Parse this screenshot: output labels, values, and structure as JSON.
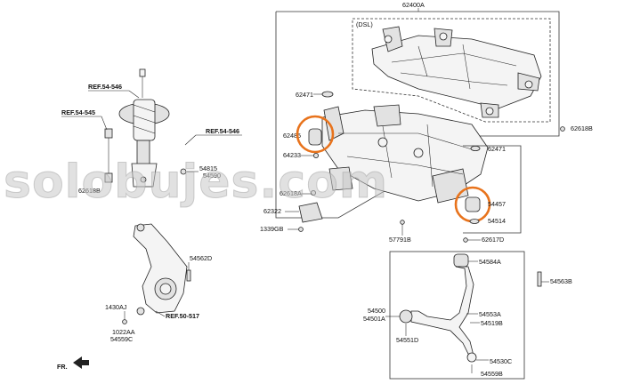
{
  "labels": {
    "assembly_main": "62400A",
    "diesel_variant": "(DSL)",
    "p62471_a": "62471",
    "p62485": "62485",
    "p64233": "64233",
    "p62618A": "62618A",
    "p62322": "62322",
    "p1339GB": "1339GB",
    "p62618B": "62618B",
    "p62471_b": "62471",
    "p54457": "54457",
    "p54514": "54514",
    "p62617D": "62617D",
    "p57791B": "57791B",
    "p54584A": "54584A",
    "p54563B": "54563B",
    "p54500": "54500",
    "p54501A": "54501A",
    "p54551D": "54551D",
    "p54553A": "54553A",
    "p54519B": "54519B",
    "p54530C": "54530C",
    "p54559B": "54559B",
    "p54562D": "54562D",
    "p1430AJ": "1430AJ",
    "p1022AA": "1022AA",
    "p54559C": "54559C",
    "p54815": "54815",
    "p54590": "54590",
    "p62618B_left": "62618B",
    "ref_54546_top": "REF.54-546",
    "ref_54545": "REF.54-545",
    "ref_54546_right": "REF.54-546",
    "ref_50517": "REF.50-517",
    "front_indicator": "FR."
  },
  "watermark": "solobujes.com",
  "colors": {
    "highlight_circle": "#e8731c",
    "watermark": "#c9c9c9",
    "line": "#222222"
  },
  "icons": {
    "front_arrow": "arrow-icon"
  }
}
